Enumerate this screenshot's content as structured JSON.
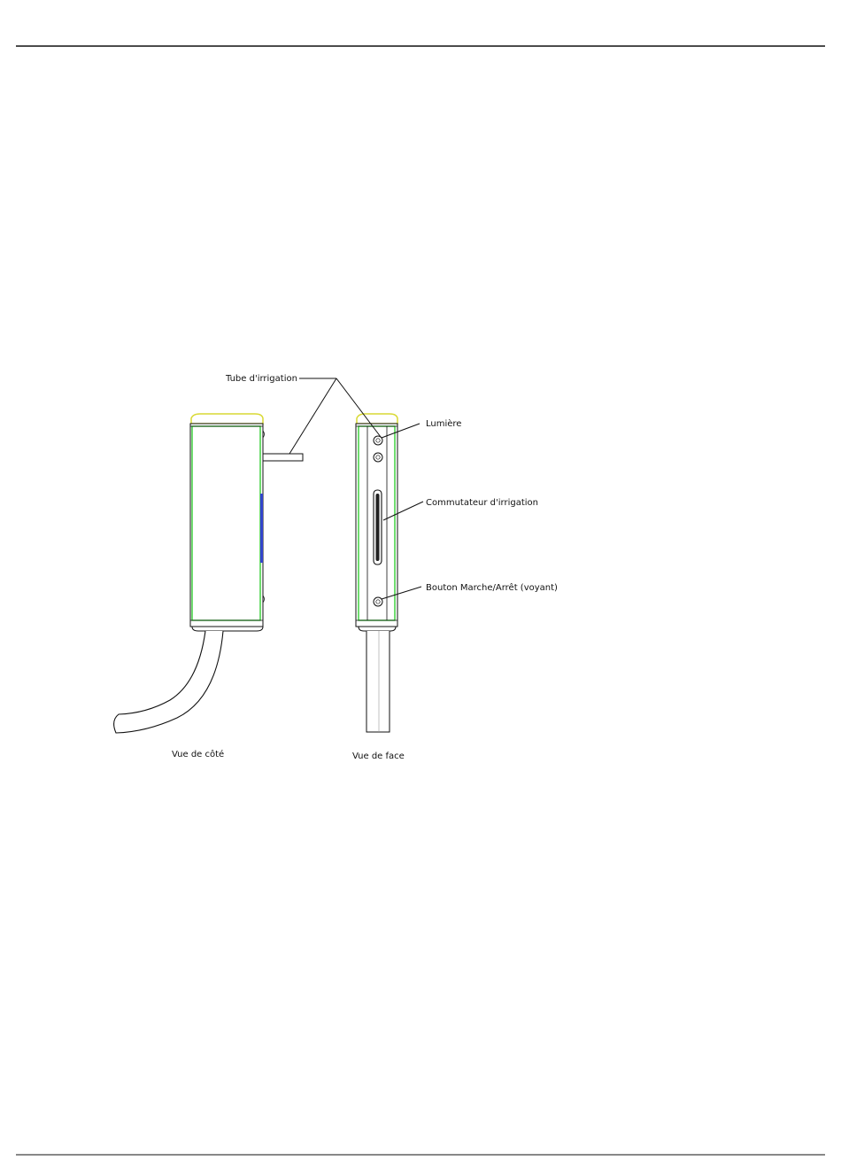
{
  "labels": {
    "irrigation_tube": "Tube d'irrigation",
    "light": "Lumière",
    "irrigation_switch": "Commutateur d'irrigation",
    "power_button": "Bouton Marche/Arrêt (voyant)",
    "side_view": "Vue de côté",
    "front_view": "Vue de face"
  },
  "colors": {
    "body_outline": "#22cc22",
    "top_cap": "#eeee44",
    "side_panel": "#3344cc",
    "line": "#111111",
    "rule": "#111111"
  }
}
